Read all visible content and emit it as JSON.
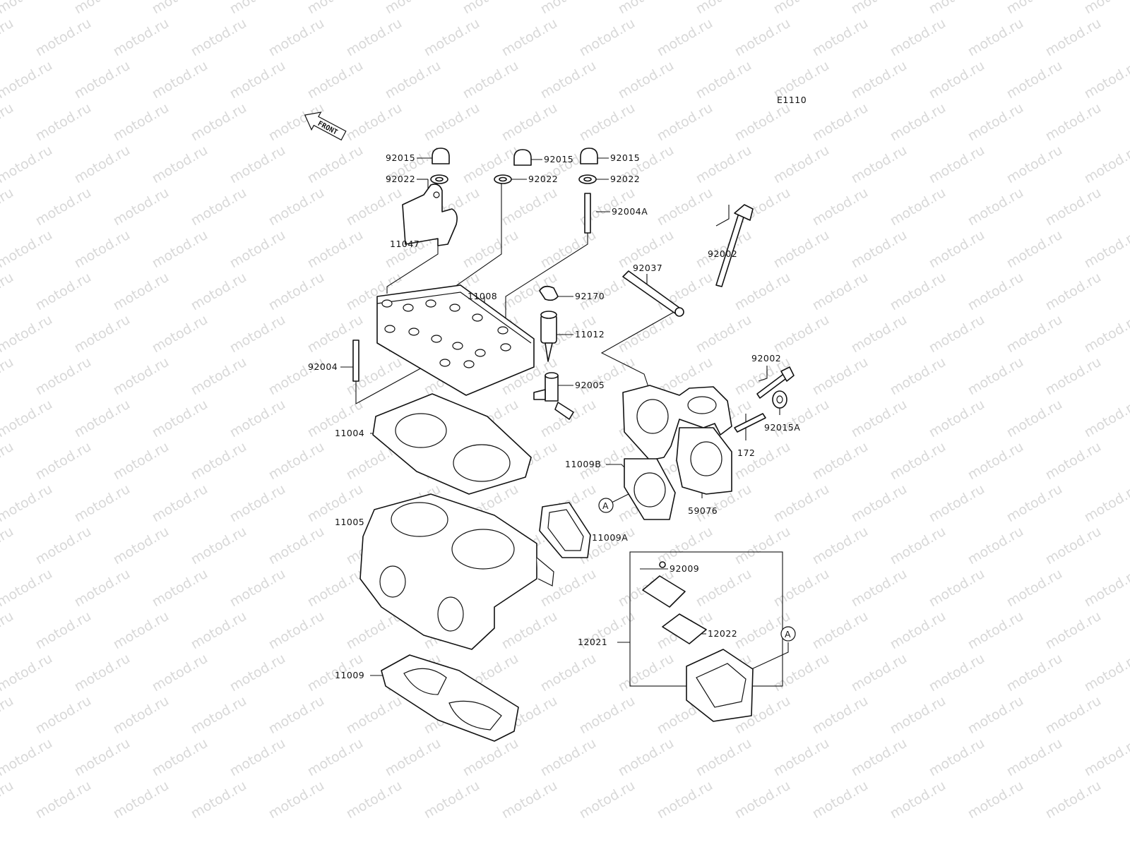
{
  "diagram": {
    "code": "E1110",
    "front_label": "FRONT",
    "watermark": "motod.ru",
    "ref_marker": "A",
    "parts": [
      {
        "id": "p92015a",
        "number": "92015"
      },
      {
        "id": "p92015b",
        "number": "92015"
      },
      {
        "id": "p92015c",
        "number": "92015"
      },
      {
        "id": "p92022a",
        "number": "92022"
      },
      {
        "id": "p92022b",
        "number": "92022"
      },
      {
        "id": "p92022c",
        "number": "92022"
      },
      {
        "id": "p92004A",
        "number": "92004A"
      },
      {
        "id": "p11047",
        "number": "11047"
      },
      {
        "id": "p11008",
        "number": "11008"
      },
      {
        "id": "p92170",
        "number": "92170"
      },
      {
        "id": "p11012",
        "number": "11012"
      },
      {
        "id": "p92005",
        "number": "92005"
      },
      {
        "id": "p92004",
        "number": "92004"
      },
      {
        "id": "p11004",
        "number": "11004"
      },
      {
        "id": "p11005",
        "number": "11005"
      },
      {
        "id": "p11009",
        "number": "11009"
      },
      {
        "id": "p92037",
        "number": "92037"
      },
      {
        "id": "p92002a",
        "number": "92002"
      },
      {
        "id": "p92002b",
        "number": "92002"
      },
      {
        "id": "p92015A",
        "number": "92015A"
      },
      {
        "id": "p172",
        "number": "172"
      },
      {
        "id": "p11009B",
        "number": "11009B"
      },
      {
        "id": "p59076",
        "number": "59076"
      },
      {
        "id": "p11009A",
        "number": "11009A"
      },
      {
        "id": "p92009",
        "number": "92009"
      },
      {
        "id": "p12021",
        "number": "12021"
      },
      {
        "id": "p12022",
        "number": "12022"
      }
    ]
  }
}
